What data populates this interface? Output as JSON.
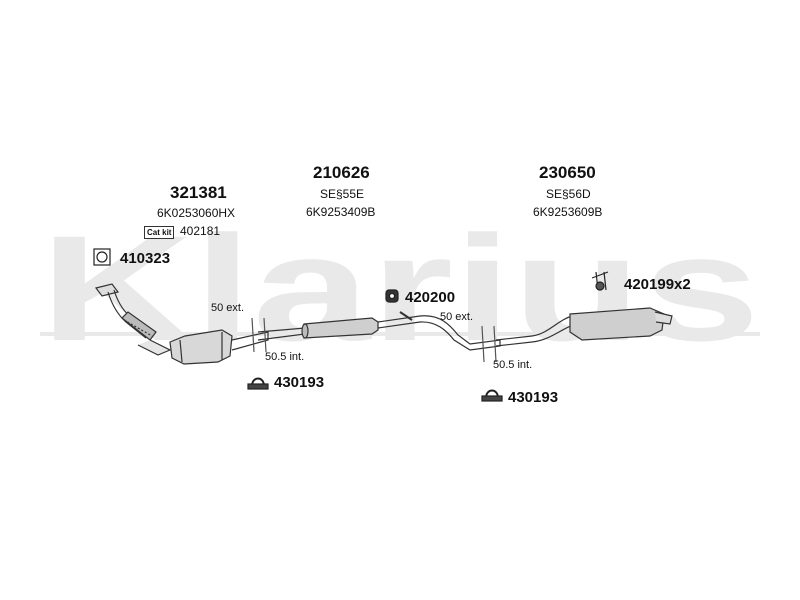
{
  "watermark": {
    "text": "Klarius"
  },
  "parts": {
    "front": {
      "number": "321381",
      "ref": "6K0253060HX"
    },
    "middle": {
      "number": "210626",
      "code": "SE§55E",
      "ref": "6K9253409B"
    },
    "rear": {
      "number": "230650",
      "code": "SE§56D",
      "ref": "6K9253609B"
    }
  },
  "cat_kit": {
    "badge": "Cat kit",
    "number": "402181"
  },
  "fittings": {
    "gasket": "410323",
    "hanger_mid": "420200",
    "hanger_rear": "420199x2",
    "clamp_1": "430193",
    "clamp_2": "430193"
  },
  "dimensions": {
    "ext_1": "50 ext.",
    "int_1": "50.5 int.",
    "ext_2": "50 ext.",
    "int_2": "50.5 int."
  }
}
